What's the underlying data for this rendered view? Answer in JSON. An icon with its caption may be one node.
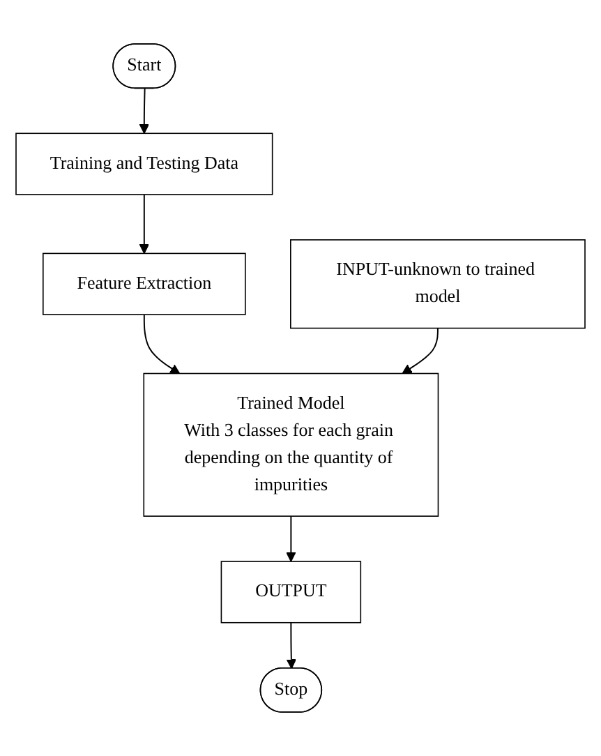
{
  "diagram": {
    "nodes": [
      {
        "text": [
          "Start"
        ]
      },
      {
        "text": [
          "Training and Testing Data"
        ]
      },
      {
        "text": [
          "Feature Extraction"
        ]
      },
      {
        "text": [
          "INPUT-unknown to trained model"
        ]
      },
      {
        "text": [
          "Trained Model",
          "With 3 classes for each grain depending on the quantity of impurities"
        ]
      },
      {
        "text": [
          "OUTPUT"
        ]
      },
      {
        "text": [
          "Stop"
        ]
      }
    ],
    "edges": [
      {
        "from": 0,
        "to": 1,
        "arrow": "to"
      },
      {
        "from": 1,
        "to": 2,
        "arrow": "to"
      },
      {
        "from": 2,
        "to": 4,
        "arrow": "to"
      },
      {
        "from": 3,
        "to": 4,
        "arrow": "to"
      },
      {
        "from": 4,
        "to": 5,
        "arrow": "to"
      },
      {
        "from": 5,
        "to": 6,
        "arrow": "to"
      }
    ]
  }
}
